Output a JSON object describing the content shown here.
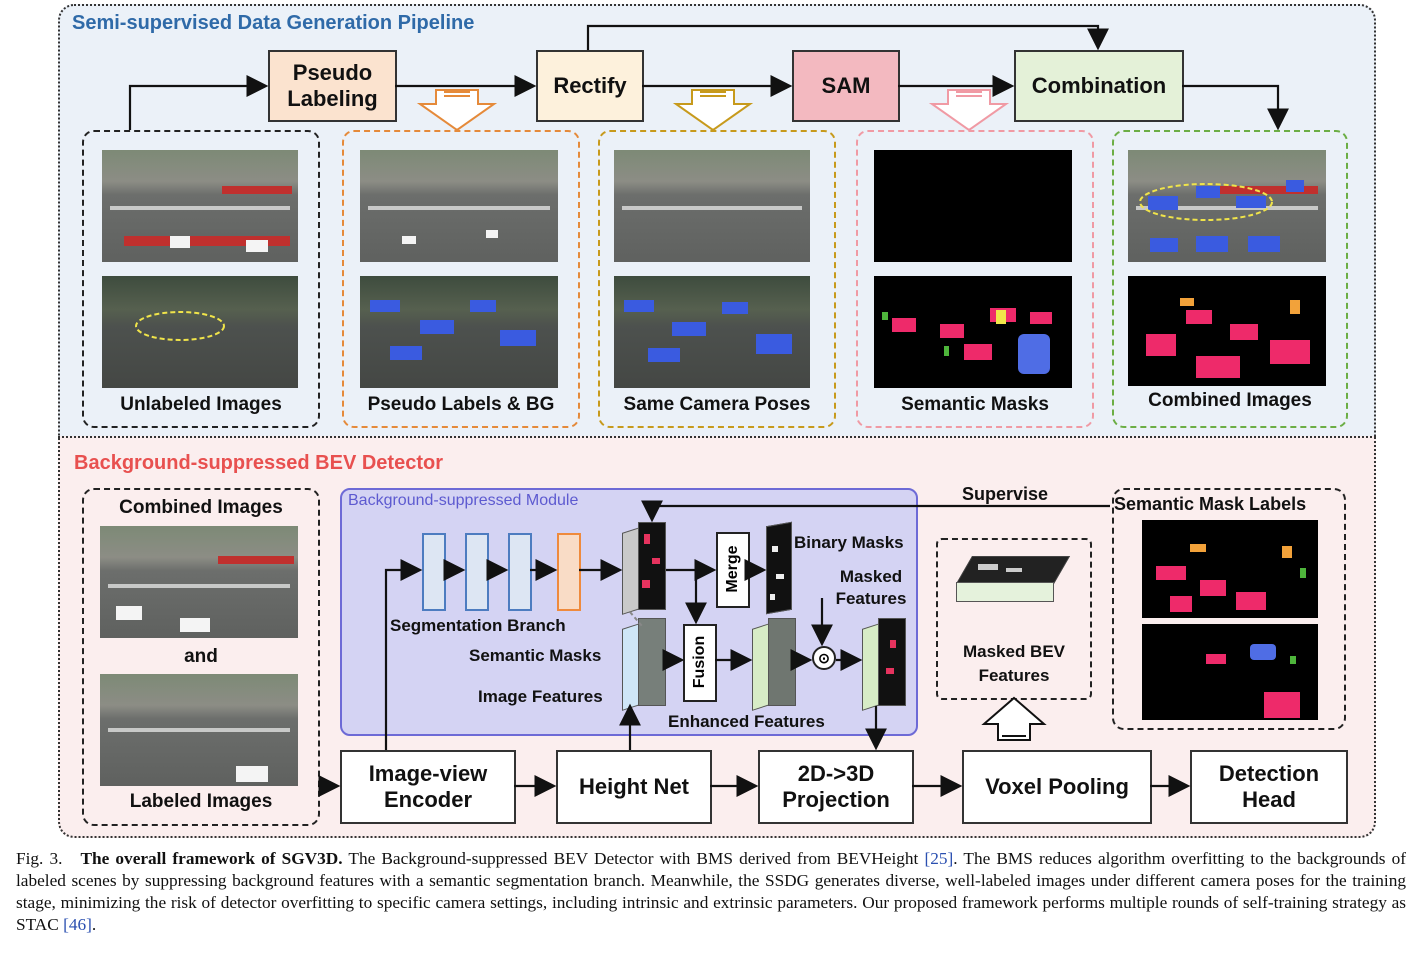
{
  "top_section": {
    "title": "Semi-supervised  Data Generation Pipeline",
    "process_boxes": [
      "Pseudo Labeling",
      "Rectify",
      "SAM",
      "Combination"
    ],
    "panels": [
      "Unlabeled Images",
      "Pseudo Labels & BG",
      "Same Camera Poses",
      "Semantic Masks",
      "Combined Images"
    ]
  },
  "bottom_section": {
    "title": "Background-suppressed BEV Detector",
    "left_panel": {
      "top_label": "Combined Images",
      "middle_label": "and",
      "bottom_label": "Labeled Images"
    },
    "module_title": "Background-suppressed Module",
    "module_labels": {
      "segmentation_branch": "Segmentation Branch",
      "semantic_masks": "Semantic Masks",
      "image_features": "Image Features",
      "merge": "Merge",
      "fusion": "Fusion",
      "binary_masks": "Binary Masks",
      "masked_features": "Masked Features",
      "enhanced_features": "Enhanced Features",
      "dot_operator": "⊙"
    },
    "supervise_label": "Supervise",
    "semantic_mask_labels": "Semantic Mask Labels",
    "masked_bev_features": "Masked BEV Features",
    "pipeline_boxes": [
      "Image-view Encoder",
      "Height Net",
      "2D->3D Projection",
      "Voxel Pooling",
      "Detection Head"
    ]
  },
  "caption": {
    "fig": "Fig. 3.",
    "bold": "The overall framework of SGV3D.",
    "text1": " The Background-suppressed BEV Detector with BMS derived from BEVHeight ",
    "ref1": "[25]",
    "text2": ". The BMS reduces algorithm overfitting to the backgrounds of labeled scenes by suppressing background features with a semantic segmentation branch. Meanwhile, the SSDG generates diverse, well-labeled images under different camera poses for the training stage, minimizing the risk of detector overfitting to specific camera settings, including intrinsic and extrinsic parameters. Our proposed framework performs multiple rounds of self-training strategy as STAC ",
    "ref2": "[46]",
    "text3": "."
  },
  "colors": {
    "pseudo_labeling": "#fbe3cf",
    "rectify": "#fdf1dc",
    "sam": "#f3b9c0",
    "combination": "#e4f1d8",
    "top_title": "#2f6aa8",
    "bottom_title": "#e8504f",
    "module_fill": "#d4d3f3",
    "module_border": "#6d6ad6",
    "module_title": "#5d5ad0",
    "dash_black": "#222222",
    "dash_orange": "#e58a3a",
    "dash_gold": "#c79a1c",
    "dash_pink": "#f09aa4",
    "dash_green": "#6cae45",
    "seg_blue": "#4d7cc0",
    "seg_orange": "#ef8a3c"
  }
}
